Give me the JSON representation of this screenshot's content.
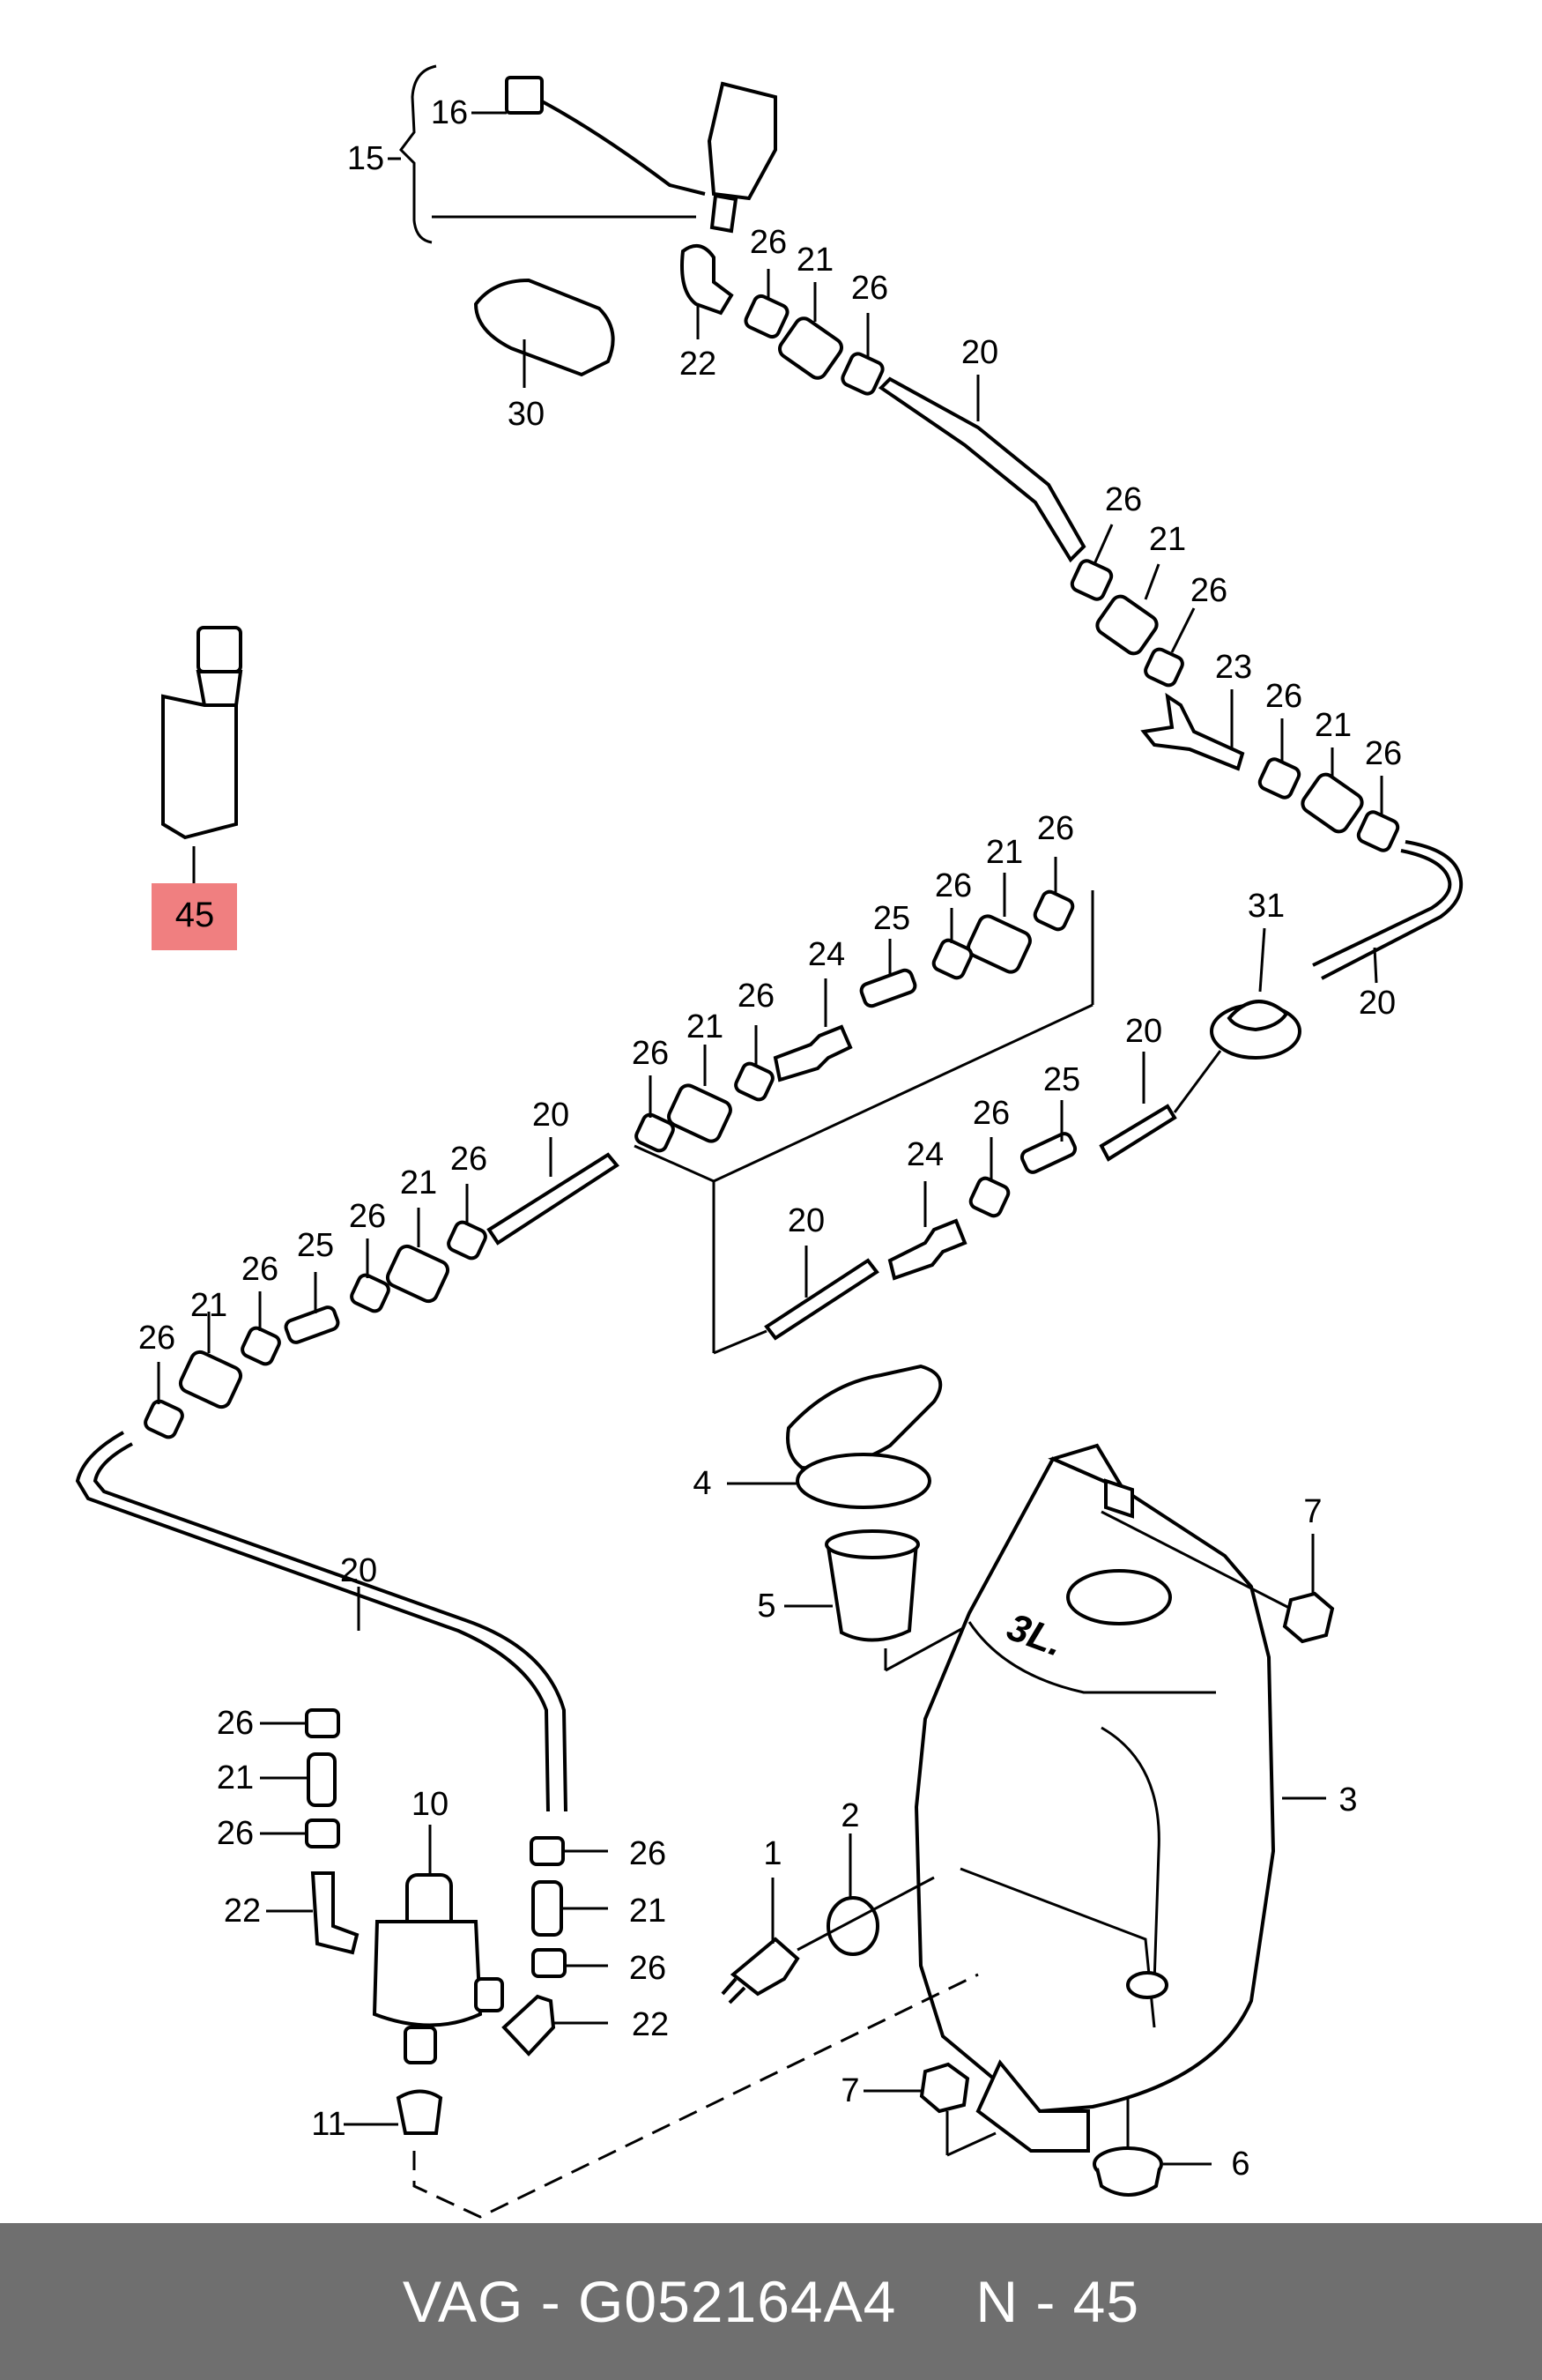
{
  "diagram": {
    "labels": [
      {
        "id": "p16",
        "text": "16"
      },
      {
        "id": "p15",
        "text": "15"
      },
      {
        "id": "p26a",
        "text": "26"
      },
      {
        "id": "p21a",
        "text": "21"
      },
      {
        "id": "p26b",
        "text": "26"
      },
      {
        "id": "p22a",
        "text": "22"
      },
      {
        "id": "p30",
        "text": "30"
      },
      {
        "id": "p20a",
        "text": "20"
      },
      {
        "id": "p26c",
        "text": "26"
      },
      {
        "id": "p21b",
        "text": "21"
      },
      {
        "id": "p26d",
        "text": "26"
      },
      {
        "id": "p23",
        "text": "23"
      },
      {
        "id": "p26e",
        "text": "26"
      },
      {
        "id": "p21c",
        "text": "21"
      },
      {
        "id": "p26f",
        "text": "26"
      },
      {
        "id": "p45",
        "text": "45"
      },
      {
        "id": "p26g",
        "text": "26"
      },
      {
        "id": "p21d",
        "text": "21"
      },
      {
        "id": "p26h",
        "text": "26"
      },
      {
        "id": "p25a",
        "text": "25"
      },
      {
        "id": "p24a",
        "text": "24"
      },
      {
        "id": "p26i",
        "text": "26"
      },
      {
        "id": "p21e",
        "text": "21"
      },
      {
        "id": "p26j",
        "text": "26"
      },
      {
        "id": "p31",
        "text": "31"
      },
      {
        "id": "p20b",
        "text": "20"
      },
      {
        "id": "p20c",
        "text": "20"
      },
      {
        "id": "p20d",
        "text": "20"
      },
      {
        "id": "p25b",
        "text": "25"
      },
      {
        "id": "p26k",
        "text": "26"
      },
      {
        "id": "p24b",
        "text": "24"
      },
      {
        "id": "p20e",
        "text": "20"
      },
      {
        "id": "p26l",
        "text": "26"
      },
      {
        "id": "p21f",
        "text": "21"
      },
      {
        "id": "p26m",
        "text": "26"
      },
      {
        "id": "p25c",
        "text": "25"
      },
      {
        "id": "p26n",
        "text": "26"
      },
      {
        "id": "p21g",
        "text": "21"
      },
      {
        "id": "p26o",
        "text": "26"
      },
      {
        "id": "p4",
        "text": "4"
      },
      {
        "id": "p7a",
        "text": "7"
      },
      {
        "id": "p5",
        "text": "5"
      },
      {
        "id": "p20f",
        "text": "20"
      },
      {
        "id": "p3",
        "text": "3"
      },
      {
        "id": "p26p",
        "text": "26"
      },
      {
        "id": "p21h",
        "text": "21"
      },
      {
        "id": "p26q",
        "text": "26"
      },
      {
        "id": "p10",
        "text": "10"
      },
      {
        "id": "p22b",
        "text": "22"
      },
      {
        "id": "p26r",
        "text": "26"
      },
      {
        "id": "p21i",
        "text": "21"
      },
      {
        "id": "p26s",
        "text": "26"
      },
      {
        "id": "p22c",
        "text": "22"
      },
      {
        "id": "p1",
        "text": "1"
      },
      {
        "id": "p2",
        "text": "2"
      },
      {
        "id": "p11",
        "text": "11"
      },
      {
        "id": "p7b",
        "text": "7"
      },
      {
        "id": "p6",
        "text": "6"
      }
    ],
    "tank_marking": "3L.",
    "highlight_color": "#f07f80"
  },
  "footer": {
    "brand_part": "VAG - G052164A4",
    "number": "N - 45"
  }
}
